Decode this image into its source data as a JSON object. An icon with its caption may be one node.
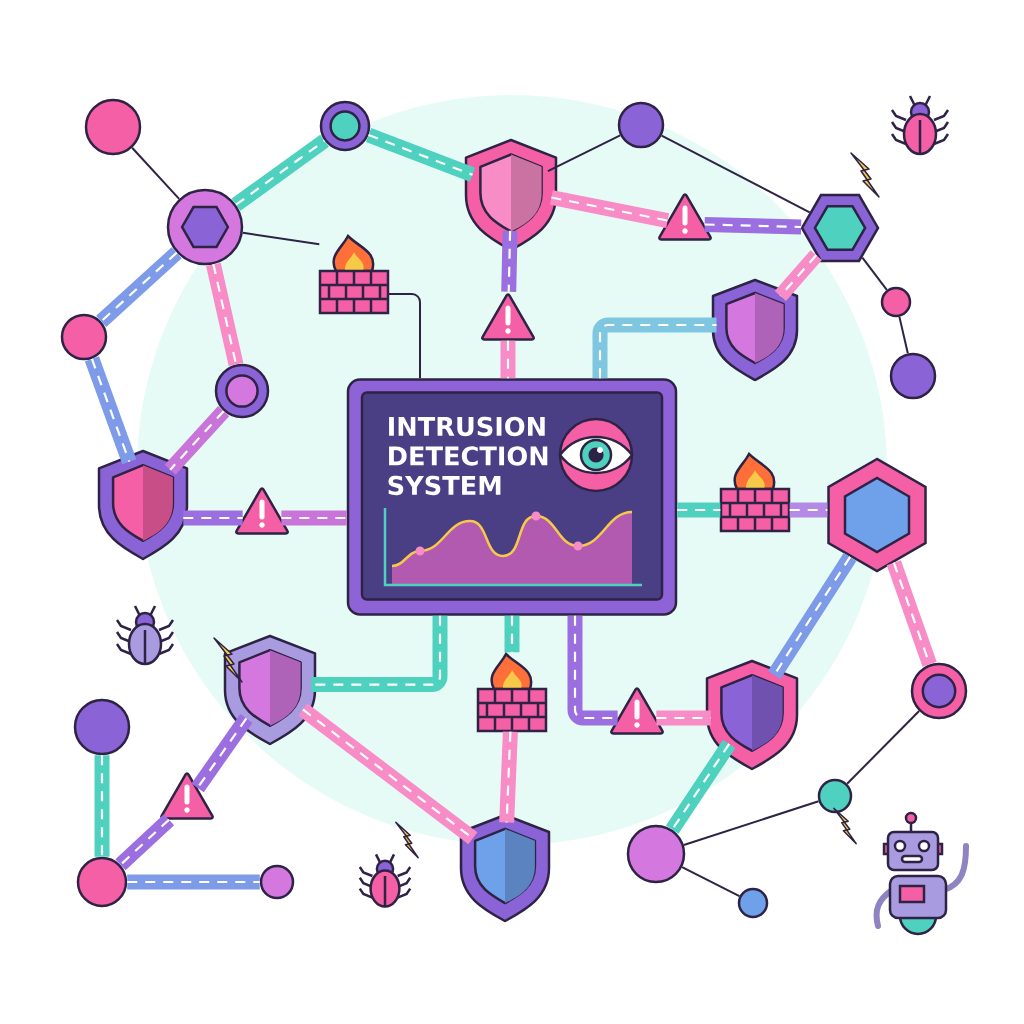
{
  "diagram": {
    "nodes": [
      {
        "text": [
          "INTRUSION DETECTION SYSTEM"
        ]
      },
      {
        "text": [],
        "shape": "circle"
      },
      {
        "text": [],
        "shape": "circle"
      },
      {
        "text": [],
        "shape": "circle"
      },
      {
        "text": [],
        "shape": "circle"
      },
      {
        "text": [],
        "shape": "circle"
      },
      {
        "text": [],
        "shape": "shield"
      },
      {
        "text": [],
        "shape": "triangle"
      },
      {
        "text": [],
        "shape": "shield"
      },
      {
        "text": [],
        "shape": "circle"
      },
      {
        "text": [],
        "shape": "triangle"
      },
      {
        "text": [],
        "shape": "hexagon"
      },
      {
        "text": [],
        "shape": "circle"
      },
      {
        "text": [],
        "shape": "circle"
      },
      {
        "text": [],
        "shape": "triangle"
      },
      {
        "text": [],
        "shape": "picture"
      },
      {
        "text": [],
        "shape": "shield"
      },
      {
        "text": [],
        "shape": "picture"
      },
      {
        "text": [],
        "shape": "hexagon"
      },
      {
        "text": [],
        "shape": "shield"
      },
      {
        "text": [],
        "shape": "triangle"
      },
      {
        "text": [],
        "shape": "circle"
      },
      {
        "text": [],
        "shape": "circle"
      },
      {
        "text": [],
        "shape": "circle"
      },
      {
        "text": [],
        "shape": "picture"
      },
      {
        "text": [],
        "shape": "shield"
      },
      {
        "text": [],
        "shape": "triangle"
      },
      {
        "text": [],
        "shape": "shield"
      },
      {
        "text": [],
        "shape": "circle"
      },
      {
        "text": [],
        "shape": "circle"
      },
      {
        "text": [],
        "shape": "circle"
      },
      {
        "text": [],
        "shape": "circle"
      }
    ],
    "edges": [
      {
        "from": 1,
        "to": 3,
        "arrow": "none",
        "color": "#2e2345"
      },
      {
        "from": 3,
        "to": 15,
        "arrow": "none",
        "color": "#2e2345"
      },
      {
        "from": 15,
        "to": 0,
        "arrow": "none",
        "color": "#2e2345"
      },
      {
        "from": 8,
        "to": 9,
        "arrow": "none",
        "color": "#2e2345"
      },
      {
        "from": 9,
        "to": 11,
        "arrow": "none",
        "color": "#2e2345"
      },
      {
        "from": 11,
        "to": 12,
        "arrow": "none",
        "color": "#2e2345"
      },
      {
        "from": 12,
        "to": 13,
        "arrow": "none",
        "color": "#2e2345"
      },
      {
        "from": 28,
        "to": 29,
        "arrow": "none",
        "color": "#2e2345"
      },
      {
        "from": 29,
        "to": 30,
        "arrow": "none",
        "color": "#2e2345"
      },
      {
        "from": 30,
        "to": 31,
        "arrow": "none",
        "color": "#2e2345"
      },
      {
        "from": 3,
        "to": 2,
        "arrow": "none",
        "color": "#4fd1bf"
      },
      {
        "from": 2,
        "to": 8,
        "arrow": "none",
        "color": "#4fd1bf"
      },
      {
        "from": 3,
        "to": 4,
        "arrow": "none",
        "color": "#7d9be8"
      },
      {
        "from": 3,
        "to": 5,
        "arrow": "none",
        "color": "#f78cc7"
      },
      {
        "from": 4,
        "to": 6,
        "arrow": "none",
        "color": "#7d9be8"
      },
      {
        "from": 5,
        "to": 6,
        "arrow": "none",
        "color": "#c874d8"
      },
      {
        "from": 6,
        "to": 7,
        "arrow": "none",
        "color": "#9b6fe0"
      },
      {
        "from": 7,
        "to": 0,
        "arrow": "none",
        "color": "#c874d8"
      },
      {
        "from": 8,
        "to": 10,
        "arrow": "none",
        "color": "#f78cc7"
      },
      {
        "from": 10,
        "to": 11,
        "arrow": "none",
        "color": "#9b6fe0"
      },
      {
        "from": 8,
        "to": 14,
        "arrow": "none",
        "color": "#9b6fe0"
      },
      {
        "from": 14,
        "to": 0,
        "arrow": "none",
        "color": "#f78cc7"
      },
      {
        "from": 0,
        "to": 16,
        "arrow": "none",
        "color": "#7fc6e0"
      },
      {
        "from": 11,
        "to": 16,
        "arrow": "none",
        "color": "#f78cc7"
      },
      {
        "from": 0,
        "to": 17,
        "arrow": "none",
        "color": "#4fd1bf"
      },
      {
        "from": 17,
        "to": 18,
        "arrow": "none",
        "color": "#b48ae6"
      },
      {
        "from": 18,
        "to": 27,
        "arrow": "none",
        "color": "#7d9be8"
      },
      {
        "from": 18,
        "to": 28,
        "arrow": "none",
        "color": "#f78cc7"
      },
      {
        "from": 0,
        "to": 19,
        "arrow": "none",
        "color": "#4fd1bf"
      },
      {
        "from": 0,
        "to": 24,
        "arrow": "none",
        "color": "#4fd1bf"
      },
      {
        "from": 24,
        "to": 25,
        "arrow": "none",
        "color": "#f78cc7"
      },
      {
        "from": 0,
        "to": 26,
        "arrow": "none",
        "color": "#9b6fe0"
      },
      {
        "from": 26,
        "to": 27,
        "arrow": "none",
        "color": "#f78cc7"
      },
      {
        "from": 27,
        "to": 30,
        "arrow": "none",
        "color": "#4fd1bf"
      },
      {
        "from": 19,
        "to": 20,
        "arrow": "none",
        "color": "#9b6fe0"
      },
      {
        "from": 20,
        "to": 22,
        "arrow": "none",
        "color": "#9b6fe0"
      },
      {
        "from": 21,
        "to": 22,
        "arrow": "none",
        "color": "#4fd1bf"
      },
      {
        "from": 22,
        "to": 23,
        "arrow": "none",
        "color": "#7d9be8"
      },
      {
        "from": 19,
        "to": 25,
        "arrow": "none",
        "color": "#f78cc7"
      }
    ]
  }
}
